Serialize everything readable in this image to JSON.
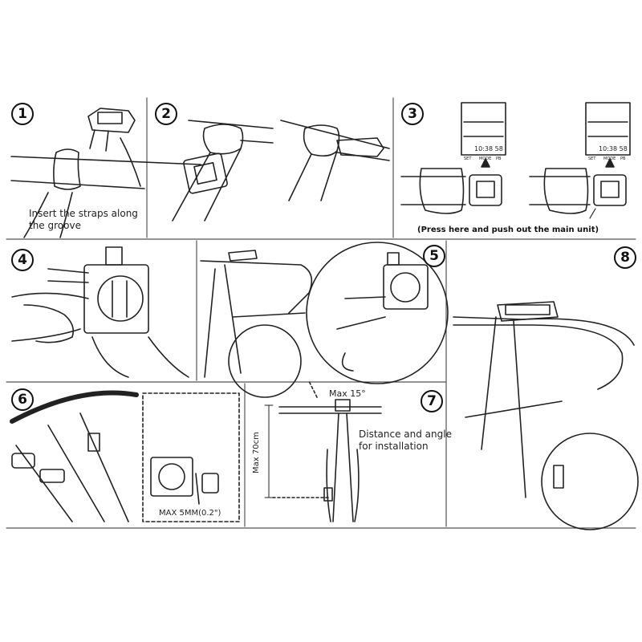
{
  "steps": [
    {
      "number": "1",
      "caption_line1": "Insert the straps along",
      "caption_line2": "the groove"
    },
    {
      "number": "2"
    },
    {
      "number": "3",
      "note": "(Press here and push out the main unit)",
      "display_buttons": [
        "SET",
        "MODE",
        "PB"
      ],
      "display_digits": "10:38 58"
    },
    {
      "number": "4"
    },
    {
      "number": "5"
    },
    {
      "number": "8"
    },
    {
      "number": "6",
      "gap_label": "MAX 5MM(0.2\")"
    },
    {
      "number": "7",
      "angle_label": "Max 15°",
      "height_label": "Max 70cm",
      "caption_line1": "Distance and angle",
      "caption_line2": "for installation"
    }
  ]
}
